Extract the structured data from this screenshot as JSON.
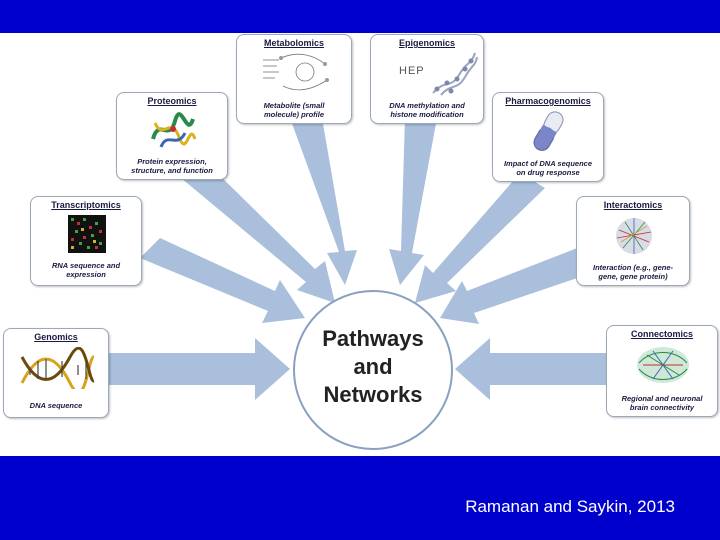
{
  "center": {
    "line1": "Pathways",
    "line2": "and",
    "line3": "Networks"
  },
  "citation": "Ramanan and Saykin, 2013",
  "colors": {
    "band": "#0000cc",
    "arrow": "#a9bfdc",
    "circle_border": "#8aa0c0"
  },
  "boxes": {
    "genomics": {
      "title": "Genomics",
      "caption1": "DNA sequence",
      "caption2": ""
    },
    "transcriptomics": {
      "title": "Transcriptomics",
      "caption1": "RNA sequence and",
      "caption2": "expression"
    },
    "proteomics": {
      "title": "Proteomics",
      "caption1": "Protein expression,",
      "caption2": "structure, and function"
    },
    "metabolomics": {
      "title": "Metabolomics",
      "caption1": "Metabolite (small",
      "caption2": "molecule) profile"
    },
    "epigenomics": {
      "title": "Epigenomics",
      "caption1": "DNA methylation and",
      "caption2": "histone modification",
      "image_text": "HEP"
    },
    "pharmacogenomics": {
      "title": "Pharmacogenomics",
      "caption1": "Impact of DNA sequence",
      "caption2": "on drug response"
    },
    "interactomics": {
      "title": "Interactomics",
      "caption1": "Interaction (e.g., gene-",
      "caption2": "gene, gene protein)"
    },
    "connectomics": {
      "title": "Connectomics",
      "caption1": "Regional and neuronal",
      "caption2": "brain connectivity"
    }
  }
}
